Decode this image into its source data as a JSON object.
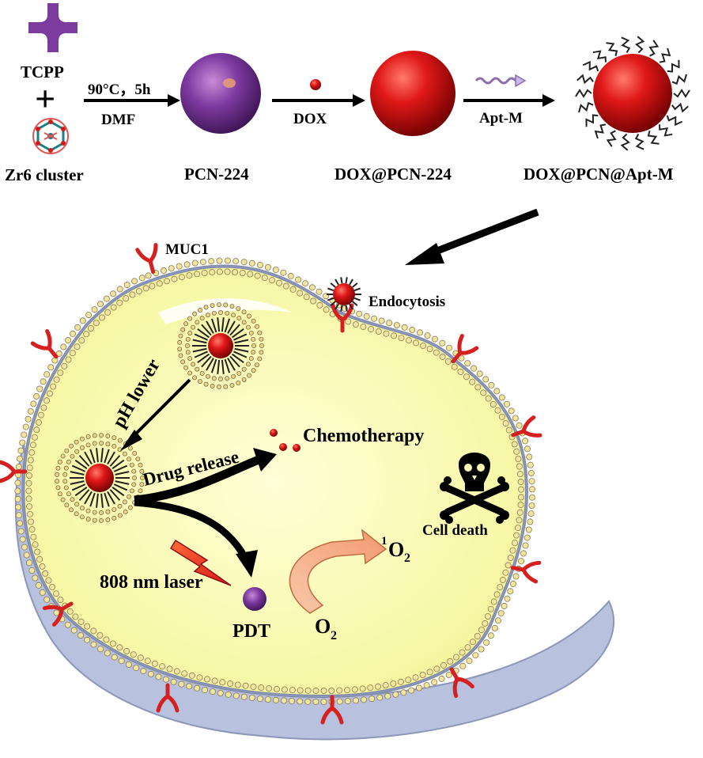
{
  "synthesis": {
    "tcpp": "TCPP",
    "plus": "+",
    "zr6": "Zr6 cluster",
    "cond1_top": "90°C，5h",
    "cond1_bottom": "DMF",
    "pcn224": "PCN-224",
    "dox_reagent": "DOX",
    "dox_pcn": "DOX@PCN-224",
    "aptm_reagent": "Apt-M",
    "final": "DOX@PCN@Apt-M"
  },
  "cell": {
    "muc1": "MUC1",
    "endocytosis": "Endocytosis",
    "ph_lower": "pH lower",
    "drug_release": "Drug release",
    "chemotherapy": "Chemotherapy",
    "cell_death": "Cell death",
    "laser": "808 nm laser",
    "pdt": "PDT",
    "singlet_sup": "1",
    "singlet_base": "O",
    "singlet_sub": "2",
    "oxygen_base": "O",
    "oxygen_sub": "2"
  },
  "colors": {
    "purple": "#7b3c9e",
    "red": "#d81818",
    "cytoplasm": "#fcfcb4",
    "membrane": "#b9a37c",
    "receptor": "#d62020",
    "nucleus_bg": "#b9c2df"
  }
}
